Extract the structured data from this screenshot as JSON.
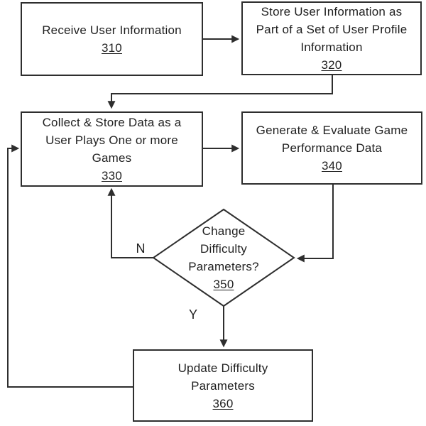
{
  "diagram": {
    "type": "flowchart",
    "background_color": "#ffffff",
    "stroke_color": "#2e2e2e",
    "text_color": "#1f1f1f",
    "nodes": [
      {
        "id": "310",
        "shape": "rect",
        "lines": [
          "Receive User Information"
        ],
        "number": "310"
      },
      {
        "id": "320",
        "shape": "rect",
        "lines": [
          "Store User Information as",
          "Part of a Set of User Profile",
          "Information"
        ],
        "number": "320"
      },
      {
        "id": "330",
        "shape": "rect",
        "lines": [
          "Collect & Store Data as a",
          "User Plays One or more",
          "Games"
        ],
        "number": "330"
      },
      {
        "id": "340",
        "shape": "rect",
        "lines": [
          "Generate & Evaluate Game",
          "Performance Data"
        ],
        "number": "340"
      },
      {
        "id": "350",
        "shape": "diamond",
        "lines": [
          "Change",
          "Difficulty",
          "Parameters?"
        ],
        "number": "350"
      },
      {
        "id": "360",
        "shape": "rect",
        "lines": [
          "Update Difficulty",
          "Parameters"
        ],
        "number": "360"
      }
    ],
    "edges": [
      {
        "from": "310",
        "to": "320"
      },
      {
        "from": "320",
        "to": "330"
      },
      {
        "from": "330",
        "to": "340"
      },
      {
        "from": "340",
        "to": "350"
      },
      {
        "from": "350",
        "to": "330",
        "label": "N"
      },
      {
        "from": "350",
        "to": "360",
        "label": "Y"
      },
      {
        "from": "360",
        "to": "330"
      }
    ]
  }
}
